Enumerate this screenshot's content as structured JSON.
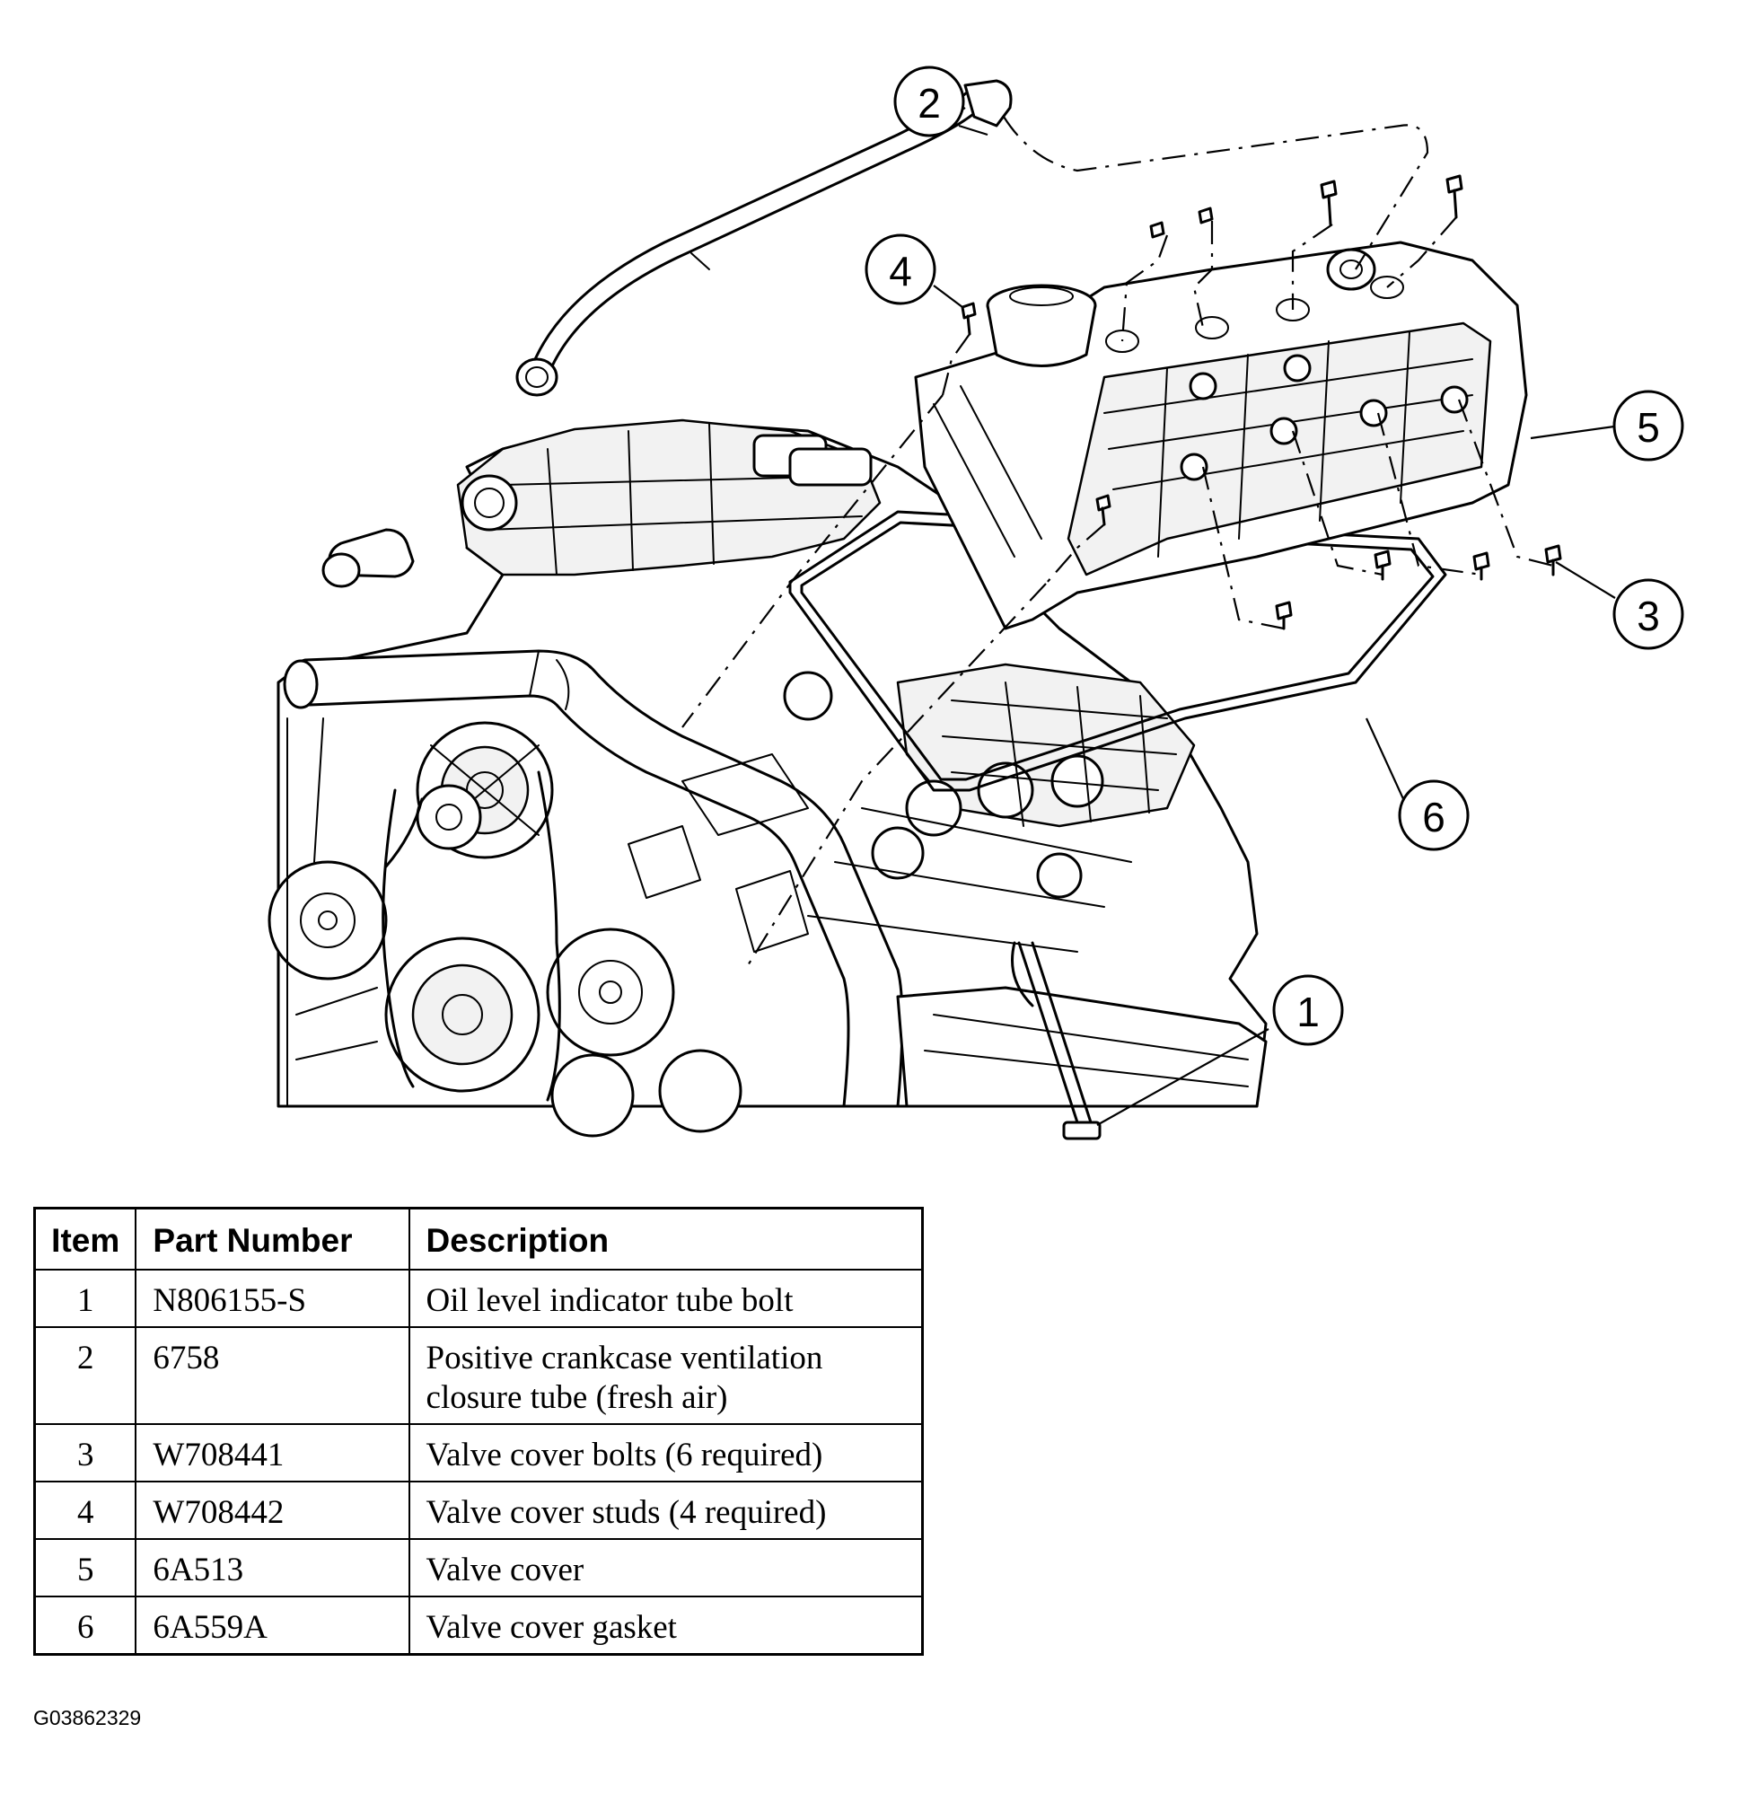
{
  "callouts": [
    {
      "label": "1"
    },
    {
      "label": "2"
    },
    {
      "label": "3"
    },
    {
      "label": "4"
    },
    {
      "label": "5"
    },
    {
      "label": "6"
    }
  ],
  "table": {
    "headers": {
      "item": "Item",
      "part_number": "Part Number",
      "description": "Description"
    },
    "rows": [
      {
        "item": "1",
        "part_number": "N806155-S",
        "description": "Oil level indicator tube bolt"
      },
      {
        "item": "2",
        "part_number": "6758",
        "description": "Positive crankcase ventilation closure tube (fresh air)"
      },
      {
        "item": "3",
        "part_number": "W708441",
        "description": "Valve cover bolts (6 required)"
      },
      {
        "item": "4",
        "part_number": "W708442",
        "description": "Valve cover studs (4 required)"
      },
      {
        "item": "5",
        "part_number": "6A513",
        "description": "Valve cover"
      },
      {
        "item": "6",
        "part_number": "6A559A",
        "description": "Valve cover gasket"
      }
    ]
  },
  "figure_id": "G03862329"
}
